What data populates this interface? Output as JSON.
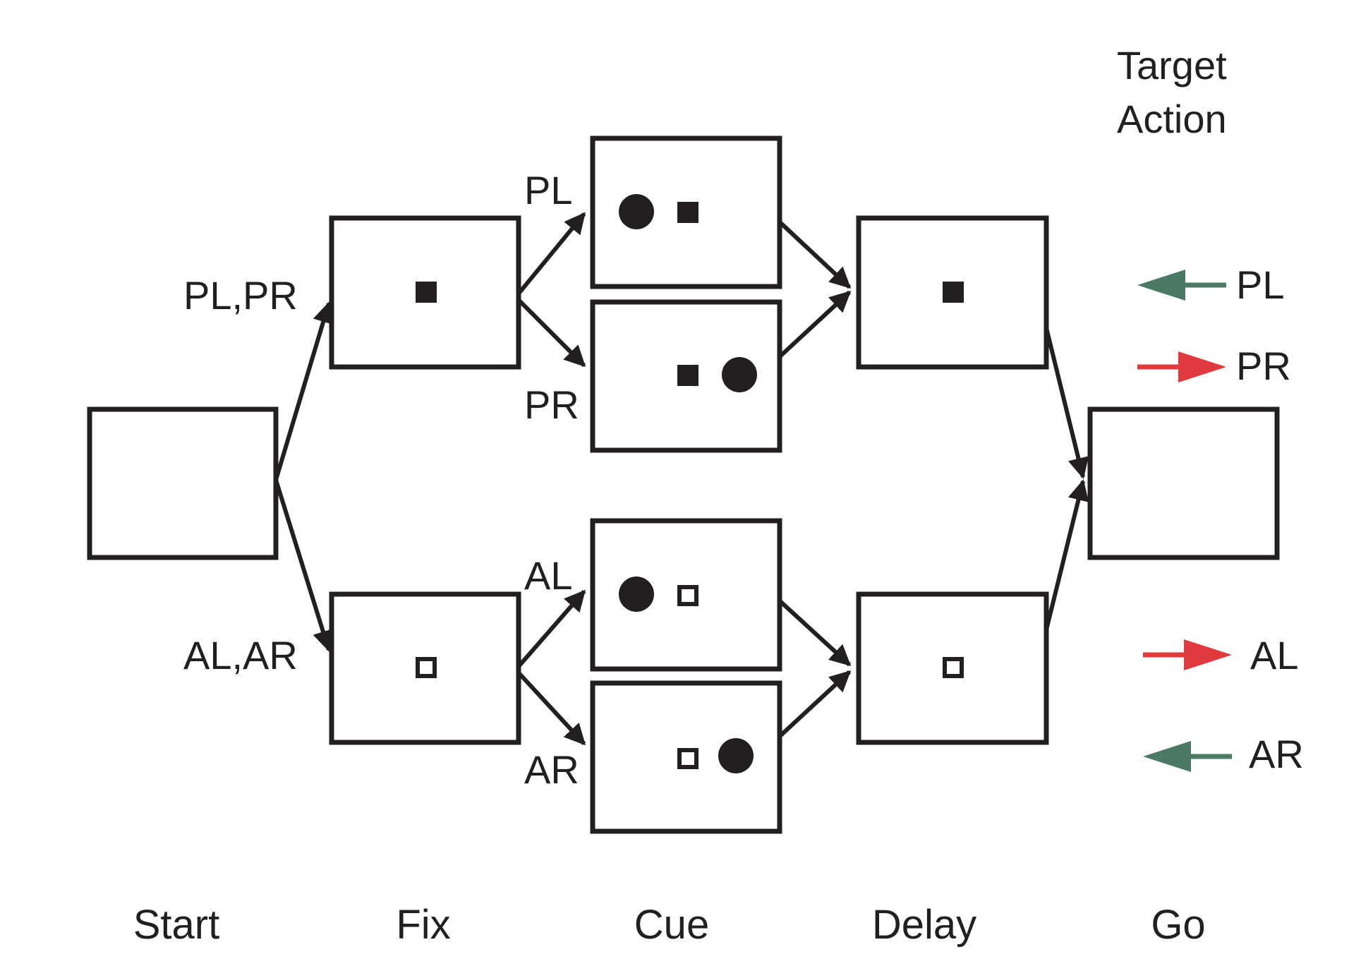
{
  "header": {
    "line1": "Target",
    "line2": "Action"
  },
  "stages": [
    "Start",
    "Fix",
    "Cue",
    "Delay",
    "Go"
  ],
  "branches": {
    "upper": "PL,PR",
    "lower": "AL,AR"
  },
  "cue_labels": {
    "pl": "PL",
    "pr": "PR",
    "al": "AL",
    "ar": "AR"
  },
  "legend": [
    {
      "label": "PL",
      "direction": "left",
      "color": "#4a7a64"
    },
    {
      "label": "PR",
      "direction": "right",
      "color": "#e03a3e"
    },
    {
      "label": "AL",
      "direction": "right",
      "color": "#e03a3e"
    },
    {
      "label": "AR",
      "direction": "left",
      "color": "#4a7a64"
    }
  ],
  "colors": {
    "ink": "#231f20",
    "green": "#4a7a64",
    "red": "#e03a3e"
  }
}
